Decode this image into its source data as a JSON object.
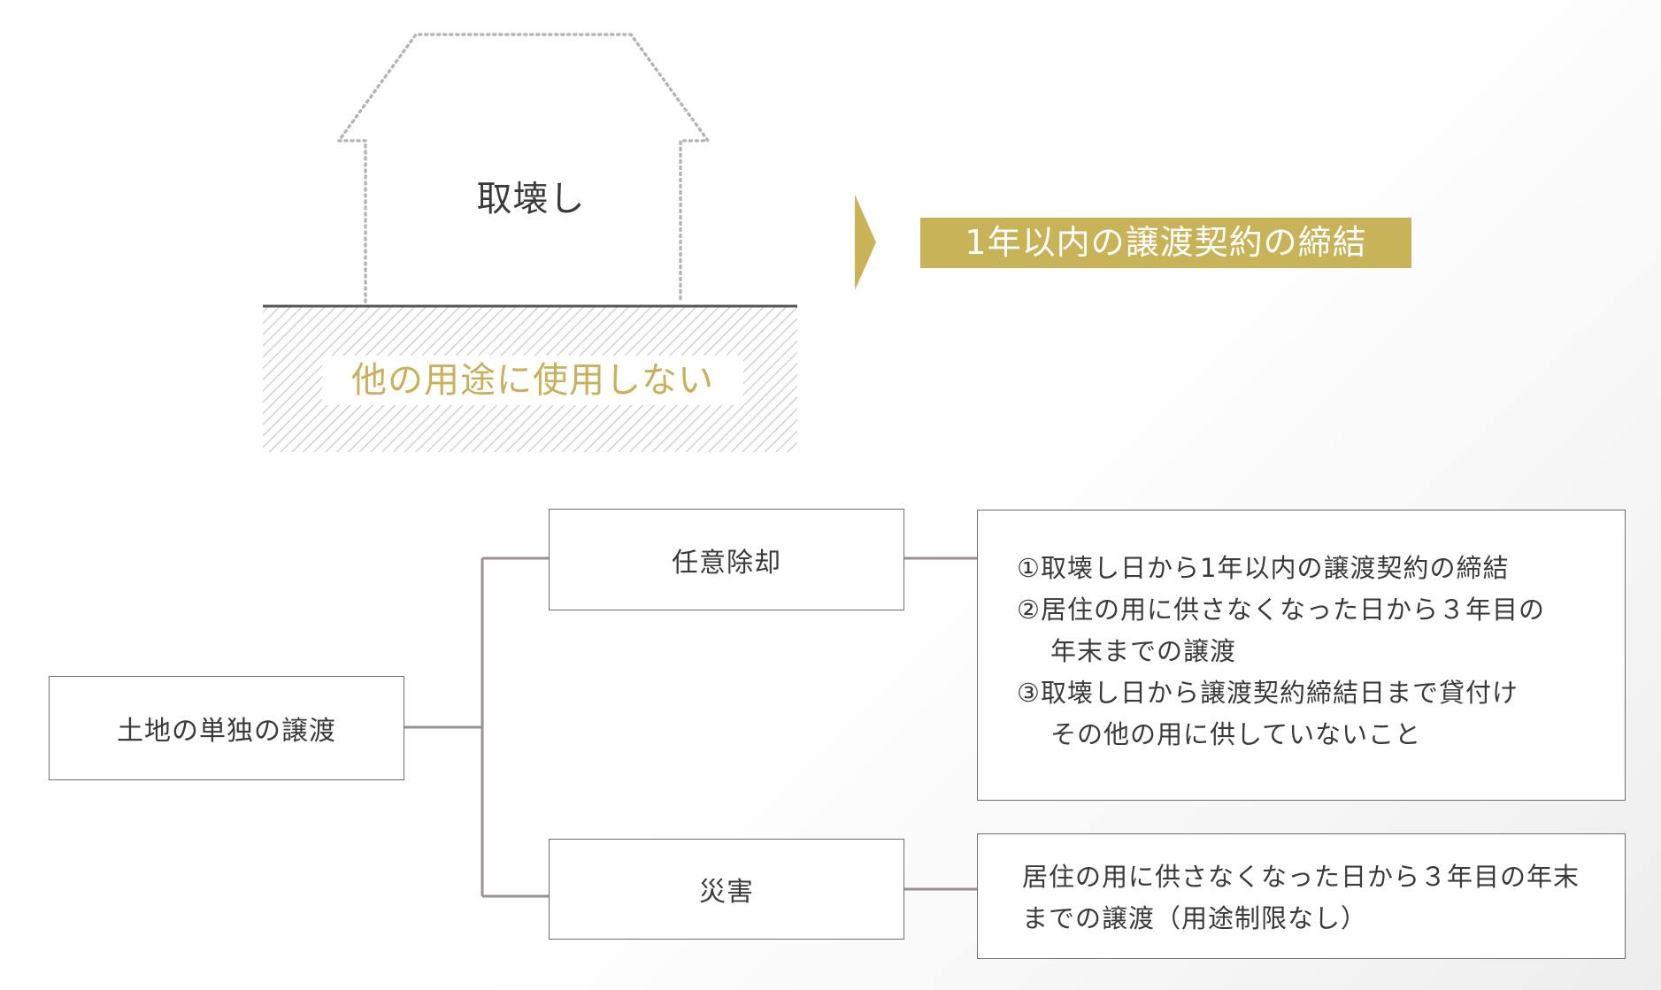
{
  "top": {
    "house_label": "取壊し",
    "ground_label": "他の用途に使用しない",
    "result_banner": "1年以内の譲渡契約の締結"
  },
  "flow": {
    "root": "土地の単独の譲渡",
    "branch_voluntary": "任意除却",
    "branch_disaster": "災害",
    "voluntary_conditions": [
      "①取壊し日から1年以内の譲渡契約の締結",
      "②居住の用に供さなくなった日から３年目の",
      "年末までの譲渡",
      "③取壊し日から譲渡契約締結日まで貸付け",
      "その他の用に供していないこと"
    ],
    "disaster_conditions": [
      "居住の用に供さなくなった日から３年目の年末",
      "までの譲渡（用途制限なし）"
    ]
  },
  "colors": {
    "gold": "#c9b358",
    "line": "#9a8f91",
    "border": "#6e6e6e",
    "text": "#3a3a3a"
  },
  "icons": {
    "house": "dotted-house-outline",
    "arrow": "gold-chevron-right"
  }
}
